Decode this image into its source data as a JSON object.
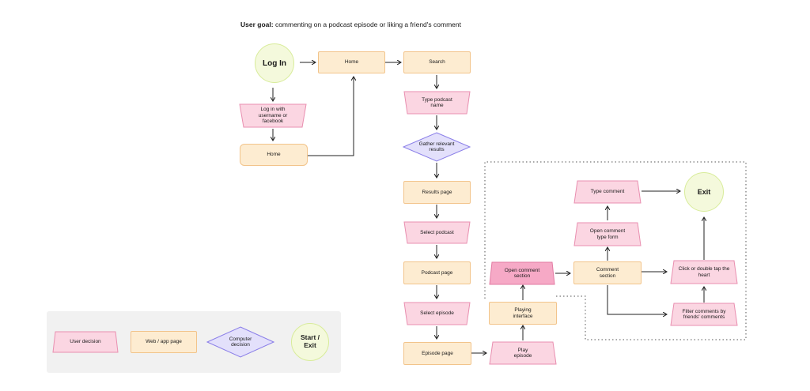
{
  "title": {
    "prefix": "User goal:",
    "text": " commenting on a podcast episode or liking a friend's comment"
  },
  "nodes": {
    "login": "Log In",
    "home1": "Home",
    "search": "Search",
    "login_with": "Log in with username or facebook",
    "home2": "Home",
    "type_podcast": "Type podcast name",
    "gather": "Gather relevant results",
    "results_page": "Results page",
    "select_podcast": "Select podcast",
    "podcast_page": "Podcast page",
    "select_episode": "Select episode",
    "episode_page": "Episode page",
    "play_episode": "Play episode",
    "playing_interface": "Playing interface",
    "open_comment_section": "Open comment section",
    "comment_section": "Comment section",
    "open_comment_type_form": "Open comment type form",
    "type_comment": "Type comment",
    "exit": "Exit",
    "click_heart": "Click or double tap the heart",
    "filter_comments": "Filter comments by friends' comments"
  },
  "legend": {
    "user_decision": "User decision",
    "web_app_page": "Web / app page",
    "computer_decision": "Computer decision",
    "start_exit": "Start / Exit"
  },
  "colors": {
    "page_fill": "#fdecd1",
    "page_stroke": "#f2c48b",
    "decision_fill": "#fbd6e2",
    "decision_stroke": "#e98fb0",
    "decision_highlight": "#f6a9c6",
    "computer_fill": "#e3e0fb",
    "computer_stroke": "#8b7fe8",
    "terminal_fill": "#f4f9dc",
    "terminal_stroke": "#d8ec9a"
  }
}
